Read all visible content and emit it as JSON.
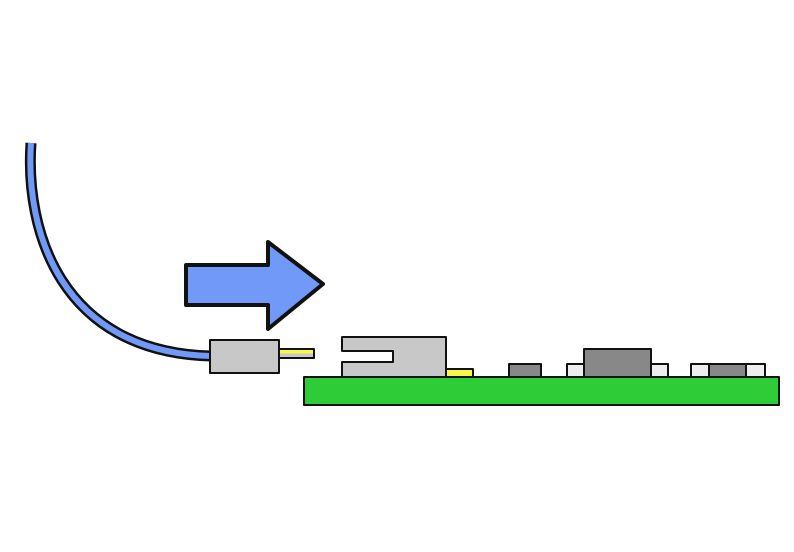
{
  "diagram": {
    "description_parts": [
      "cable",
      "plug",
      "insertion-arrow",
      "socket-connector",
      "circuit-board",
      "components"
    ],
    "colors": {
      "cable": "#7099f8",
      "arrow": "#7099f8",
      "board": "#2ecc36",
      "connector": "#c8c8c8",
      "pin_contact": "#f8f84a",
      "chip_dark": "#888888",
      "pad_light": "#eeeeee",
      "outline": "#111111"
    }
  }
}
